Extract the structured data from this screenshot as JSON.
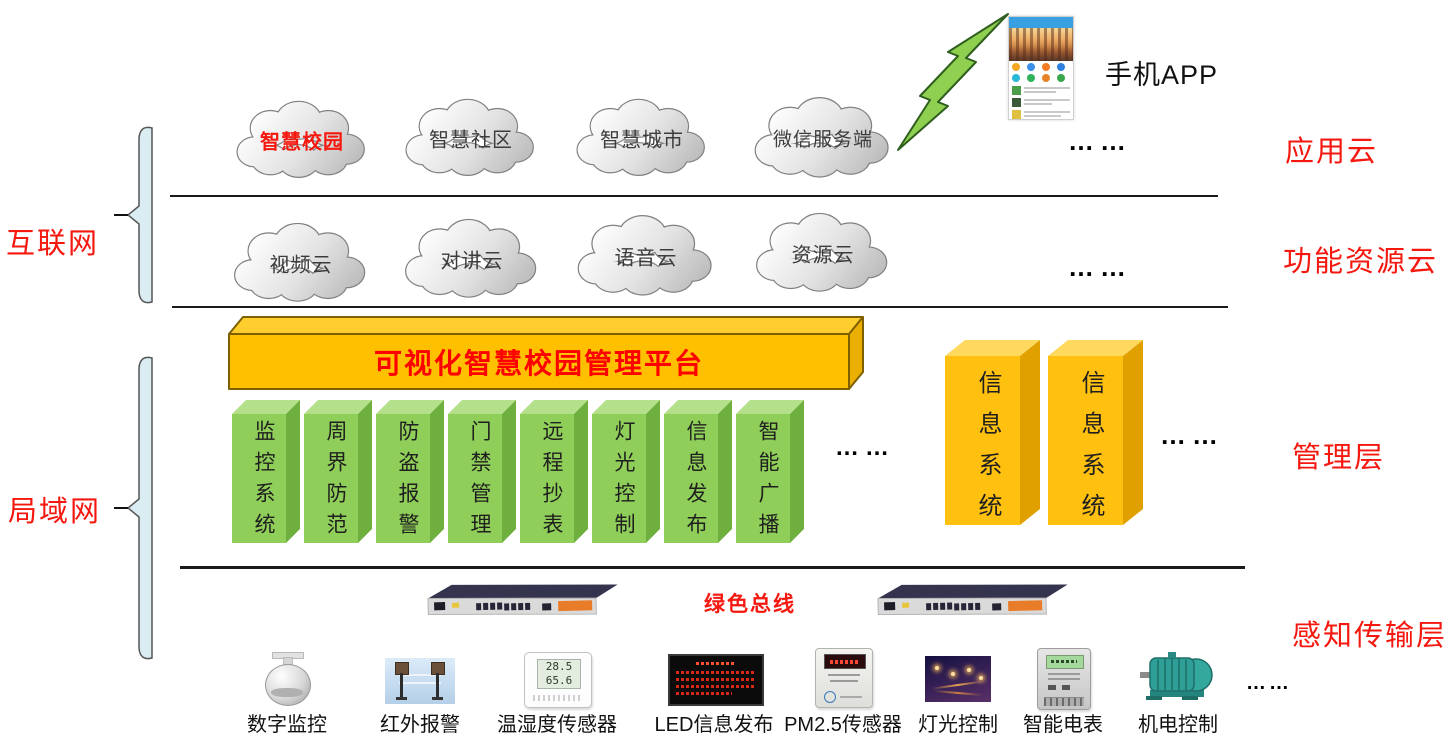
{
  "networks": {
    "internet_label": "互联网",
    "lan_label": "局域网"
  },
  "layers": {
    "application_cloud_label": "应用云",
    "function_resource_cloud_label": "功能资源云",
    "management_label": "管理层",
    "sensing_transport_label": "感知传输层"
  },
  "application_clouds": [
    {
      "label": "智慧校园",
      "highlighted": true
    },
    {
      "label": "智慧社区",
      "highlighted": false
    },
    {
      "label": "智慧城市",
      "highlighted": false
    },
    {
      "label": "微信服务端",
      "highlighted": false
    }
  ],
  "resource_clouds": [
    {
      "label": "视频云"
    },
    {
      "label": "对讲云"
    },
    {
      "label": "语音云"
    },
    {
      "label": "资源云"
    }
  ],
  "mobile_app_label": "手机APP",
  "platform_label": "可视化智慧校园管理平台",
  "subsystems": [
    "监控系统",
    "周界防范",
    "防盗报警",
    "门禁管理",
    "远程抄表",
    "灯光控制",
    "信息发布",
    "智能广播"
  ],
  "info_systems": [
    "信息系统",
    "信息系统"
  ],
  "green_bus_label": "绿色总线",
  "devices": [
    "数字监控",
    "红外报警",
    "温湿度传感器",
    "LED信息发布",
    "PM2.5传感器",
    "灯光控制",
    "智能电表",
    "机电控制"
  ],
  "sensor_readings": {
    "temperature": "28.5",
    "humidity": "65.6"
  },
  "ellipsis": {
    "row1": "……",
    "row2": "……",
    "management": "……",
    "devices": "……"
  },
  "colors": {
    "accent_red": "#f5180f",
    "platform_orange": "#ffc000",
    "subsystem_green": "#92d050",
    "bracket_blue": "#d9edf2",
    "bolt_green": "#90d050"
  }
}
